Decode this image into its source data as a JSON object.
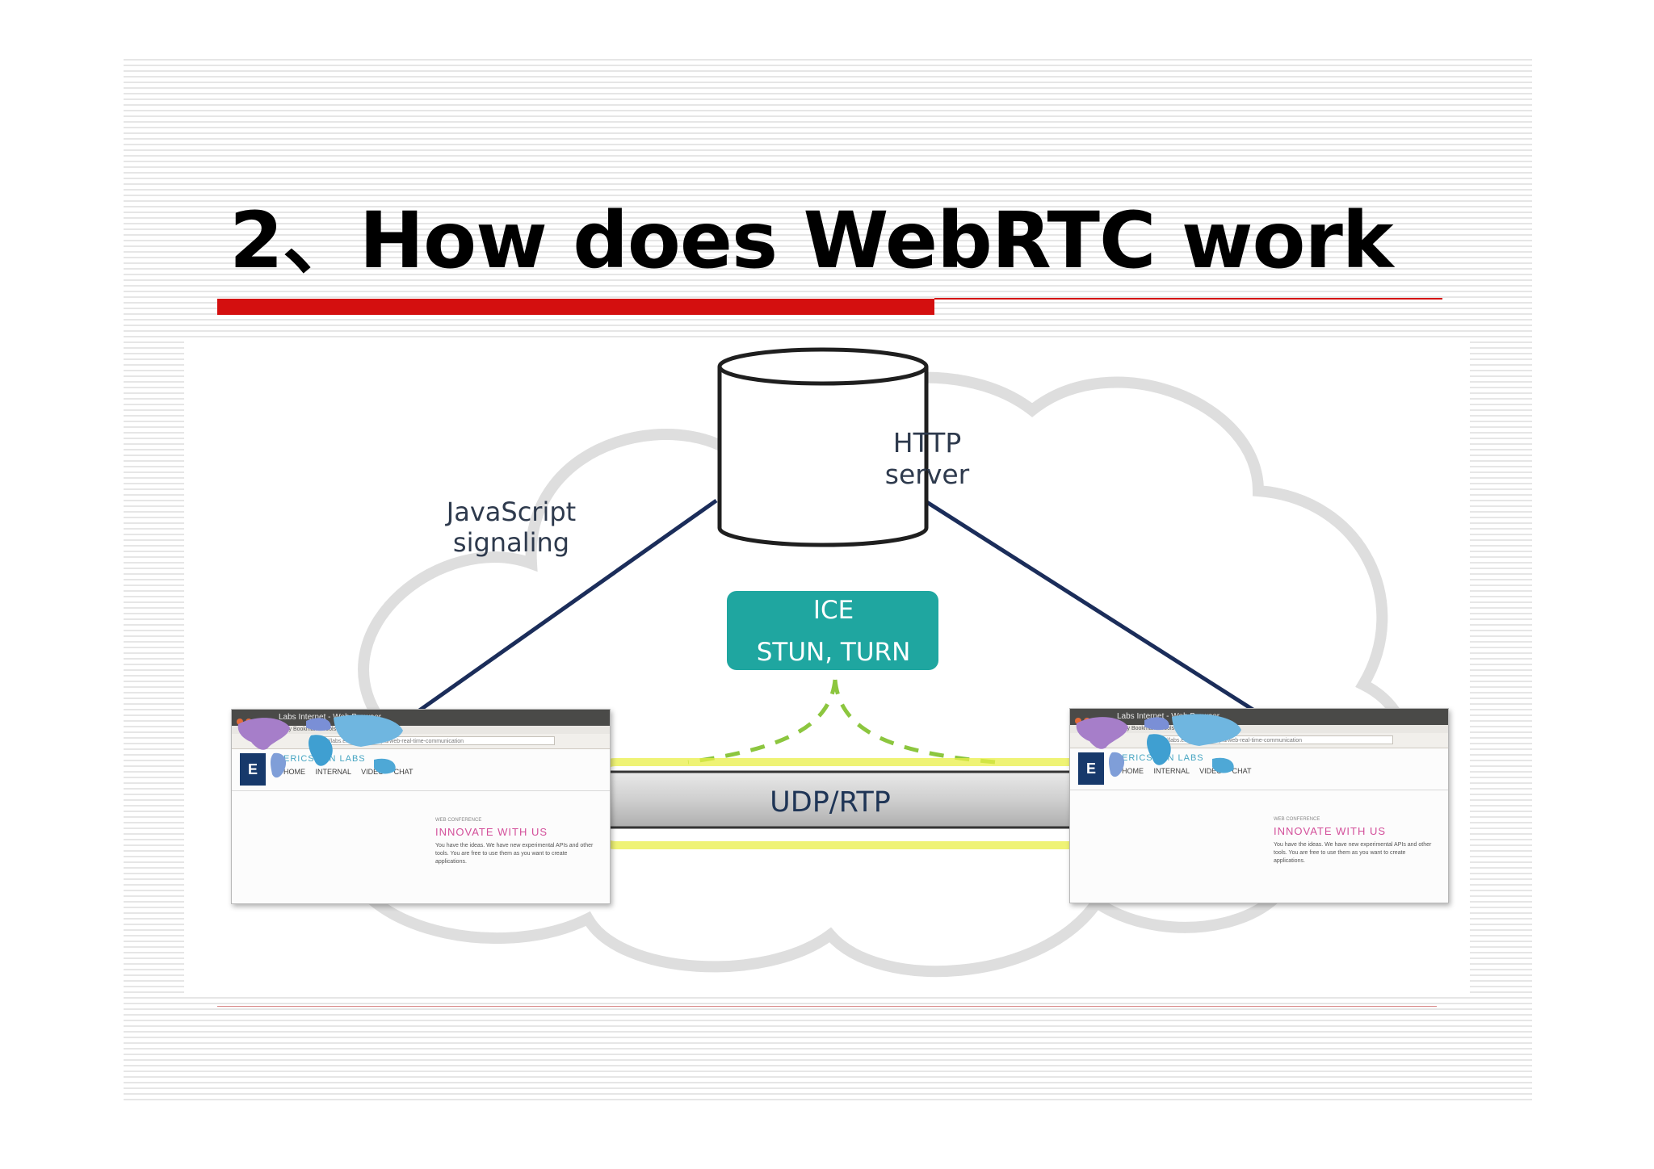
{
  "slide": {
    "title": "2、How does WebRTC work",
    "colors": {
      "title": "#000000",
      "rule": "#d40f0f",
      "ice_box": "#1fa6a0",
      "link_line": "#1b2d5a",
      "signal_dash": "#8cc63f",
      "pipe_glow": "#e9ef47",
      "endpoint_left": "#4caf2a",
      "endpoint_right": "#f28a1a"
    }
  },
  "diagram": {
    "server_label": "HTTP\nserver",
    "signaling_label": "JavaScript\nsignaling",
    "ice_label": "ICE\nSTUN, TURN",
    "transport_label": "UDP/RTP",
    "browser_window": {
      "title_text": "Labs Internet - Web Browser",
      "menu_text": "File  Edit  View  History  Bookmarks  Tools  Help",
      "url_text": "http://labs.ericsson.com/apis/web-real-time-communication",
      "logo_text": "E",
      "brand": "ERICSSON LABS",
      "nav": "HOME  INTERNAL  VIDEO CHAT",
      "tagline": "WEB CONFERENCE",
      "headline": "INNOVATE WITH US",
      "body": "You have the ideas. We have new experimental APIs and other tools. You are free to use them as you want to create applications."
    }
  }
}
